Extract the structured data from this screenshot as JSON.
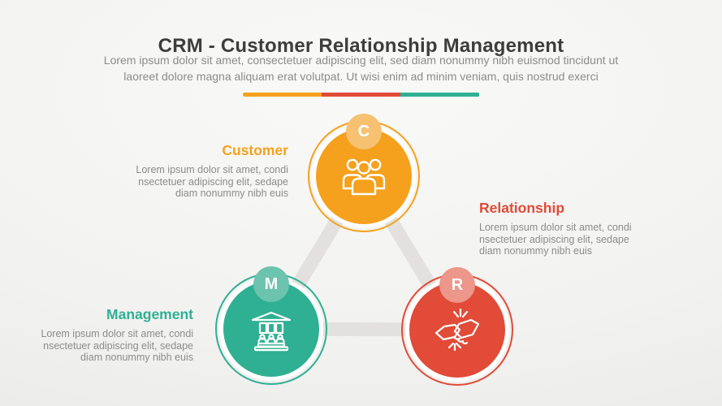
{
  "title": "CRM - Customer Relationship Management",
  "subtitle_lines": [
    "Lorem ipsum dolor sit amet, consectetuer adipiscing elit, sed diam nonummy nibh euismod tincidunt ut",
    "laoreet dolore magna aliquam erat volutpat. Ut wisi enim ad minim veniam, quis nostrud exerci"
  ],
  "divider": {
    "segment_colors": [
      "#F5A11D",
      "#E14B38",
      "#2FB093"
    ]
  },
  "items": [
    {
      "id": "customer",
      "letter": "C",
      "label": "Customer",
      "color": "#F5A11D",
      "badge_color": "#F7C172",
      "icon": "people-group-icon",
      "body_lines": [
        "Lorem ipsum dolor sit amet, condi",
        "nsectetuer adipiscing elit, sedape",
        "diam nonummy nibh euis"
      ]
    },
    {
      "id": "relationship",
      "letter": "R",
      "label": "Relationship",
      "color": "#E14B38",
      "badge_color": "#ED968A",
      "icon": "handshake-icon",
      "body_lines": [
        "Lorem ipsum dolor sit amet, condi",
        "nsectetuer adipiscing elit, sedape",
        "diam nonummy nibh euis"
      ]
    },
    {
      "id": "management",
      "letter": "M",
      "label": "Management",
      "color": "#2FB093",
      "badge_color": "#6CC3AE",
      "icon": "bank-building-icon",
      "body_lines": [
        "Lorem ipsum dolor sit amet, condi",
        "nsectetuer adipiscing elit, sedape",
        "diam nonummy nibh euis"
      ]
    }
  ],
  "colors": {
    "background": "#f1f1ef",
    "triangle_connector": "#e2e1df",
    "title_text": "#3d3d3d",
    "body_text": "#8c8c8c"
  }
}
